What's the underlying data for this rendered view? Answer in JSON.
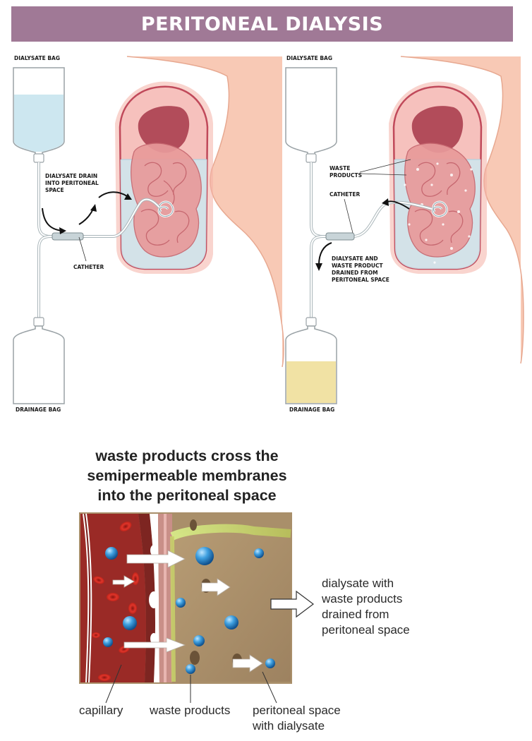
{
  "title": "PERITONEAL DIALYSIS",
  "left_panel": {
    "dialysate_bag": "DIALYSATE BAG",
    "drain_label": [
      "DIALYSATE DRAIN",
      "INTO PERITONEAL",
      "SPACE"
    ],
    "catheter": "CATHETER",
    "drainage_bag": "DRAINAGE BAG"
  },
  "right_panel": {
    "dialysate_bag": "DIALYSATE BAG",
    "waste_label": [
      "WASTE",
      "PRODUCTS"
    ],
    "catheter": "CATHETER",
    "drained_label": [
      "DIALYSATE AND",
      "WASTE PRODUCT",
      "DRAINED FROM",
      "PERITONEAL SPACE"
    ],
    "drainage_bag": "DRAINAGE BAG"
  },
  "membrane_diagram": {
    "heading": [
      "waste products cross the",
      "semipermeable membranes",
      "into the peritoneal space"
    ],
    "drained_caption": [
      "dialysate with",
      "waste products",
      "drained from",
      "peritoneal space"
    ],
    "label_capillary": "capillary",
    "label_waste": "waste products",
    "label_peritoneal": [
      "peritoneal space",
      "with dialysate"
    ]
  },
  "colors": {
    "banner": "#a07996",
    "skin": "#f8c9b5",
    "dialysate": "#cde7f0",
    "drained_fluid": "#f1e2a4",
    "blood": "#9a2a26",
    "peritoneal_fluid": "#a98f6a",
    "waste_particle": "#2e8fd4"
  }
}
